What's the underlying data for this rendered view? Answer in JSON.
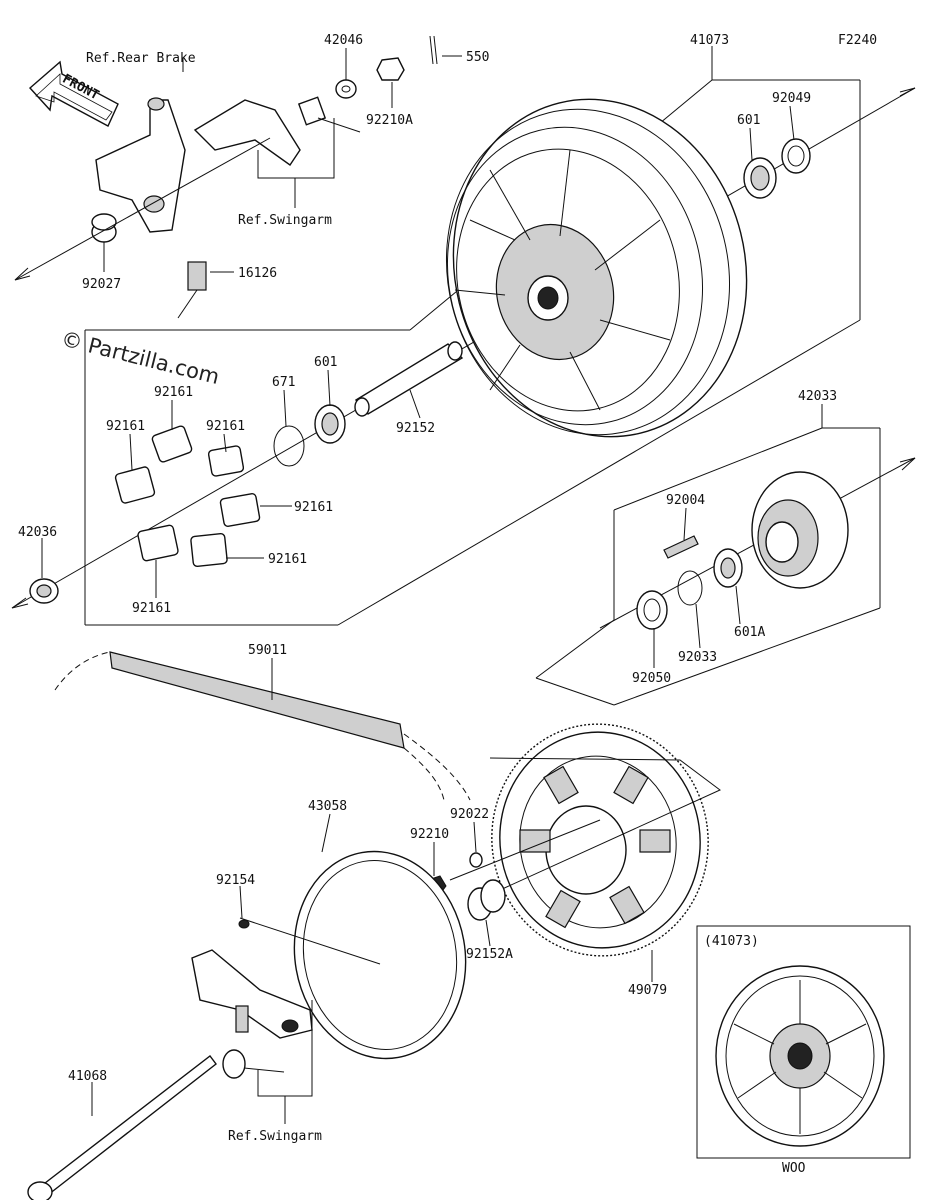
{
  "diagram": {
    "code": "F2240",
    "watermark": "© Partzilla.com",
    "front_arrow_label": "FRONT",
    "inset": {
      "label": "(41073)",
      "caption": "WOO"
    },
    "references": {
      "rear_brake": "Ref.Rear Brake",
      "swingarm_upper": "Ref.Swingarm",
      "swingarm_lower": "Ref.Swingarm"
    },
    "parts": {
      "p42046": "42046",
      "p550": "550",
      "p41073": "41073",
      "p92210A": "92210A",
      "p601_top": "601",
      "p92049": "92049",
      "p92027": "92027",
      "p16126": "16126",
      "p671": "671",
      "p601_mid": "601",
      "p92152": "92152",
      "p92161_a": "92161",
      "p92161_b": "92161",
      "p92161_c": "92161",
      "p92161_d": "92161",
      "p92161_e": "92161",
      "p92161_f": "92161",
      "p42036": "42036",
      "p42033": "42033",
      "p92004": "92004",
      "p601A": "601A",
      "p92033": "92033",
      "p92050": "92050",
      "p59011": "59011",
      "p43058": "43058",
      "p92022": "92022",
      "p92210": "92210",
      "p92154": "92154",
      "p92152A": "92152A",
      "p49079": "49079",
      "p41068": "41068"
    }
  }
}
